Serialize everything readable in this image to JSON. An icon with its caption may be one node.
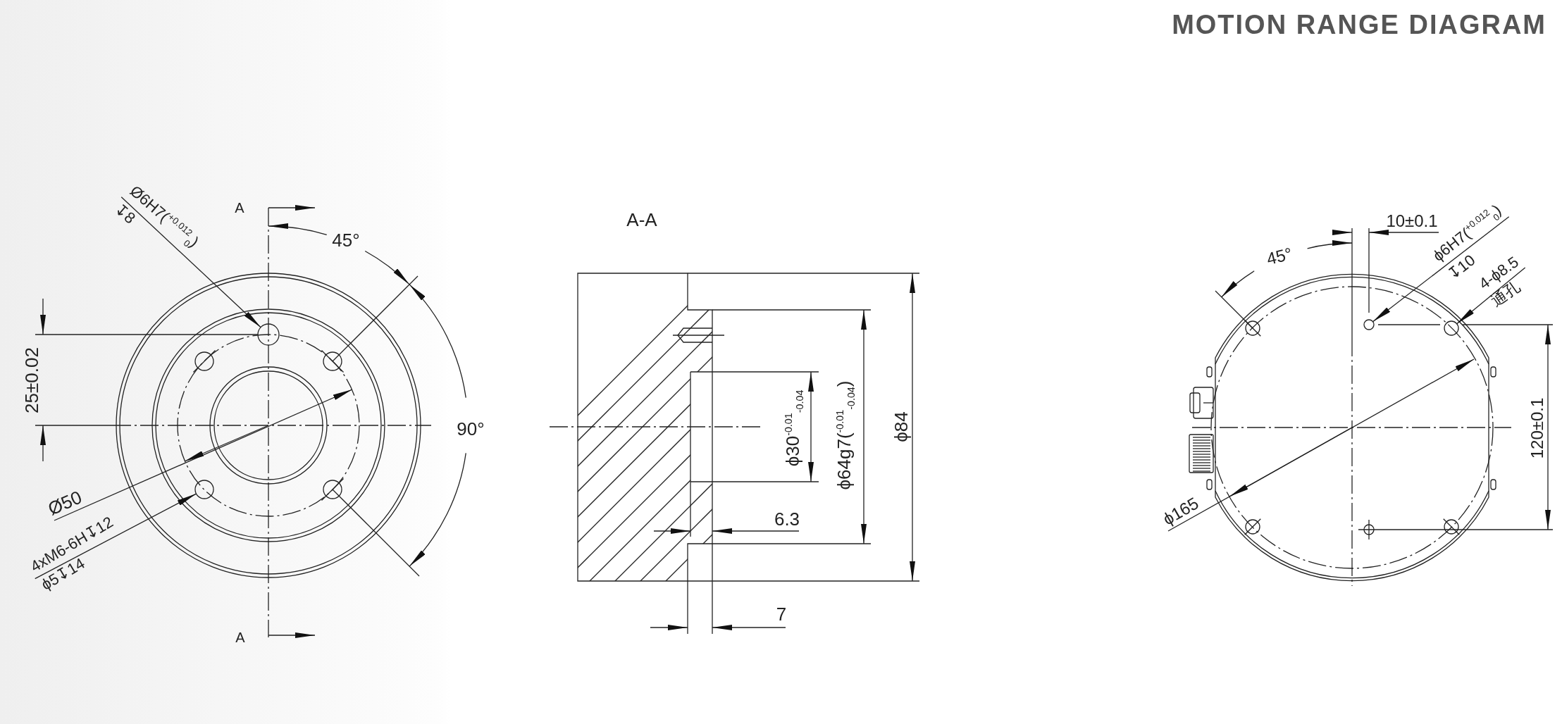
{
  "diagram": {
    "title": "MOTION RANGE DIAGRAM",
    "nodes": [
      {
        "text": [
          "Ø6H7($^{+0.012}$$_{0}$)",
          "↧8"
        ]
      },
      {
        "text": [
          "4xM6-6H↧12",
          "ϕ5↧14"
        ]
      },
      {
        "text": [
          "ϕ6H7($^{+0.012}$$_{0}$)",
          "↧10"
        ]
      },
      {
        "text": [
          "4-ϕ8.5",
          "通孔"
        ]
      }
    ],
    "edges": [
      {
        "from": 0,
        "to": null,
        "arrow": "to"
      },
      {
        "from": 1,
        "to": null,
        "arrow": "to"
      },
      {
        "from": 2,
        "to": null,
        "arrow": "to"
      },
      {
        "from": 3,
        "to": null,
        "arrow": "to"
      }
    ],
    "labels": [
      "A",
      "45°",
      "25±0.02",
      "90°",
      "Ø50",
      "A",
      "A-A",
      "ϕ30$^{-0.01}$$_{-0.04}$",
      "ϕ64g7($^{-0.01}$$_{-0.04}$)",
      "ϕ84",
      "6.3",
      "7",
      "10±0.1",
      "45°",
      "120±0.1",
      "ϕ165"
    ]
  }
}
